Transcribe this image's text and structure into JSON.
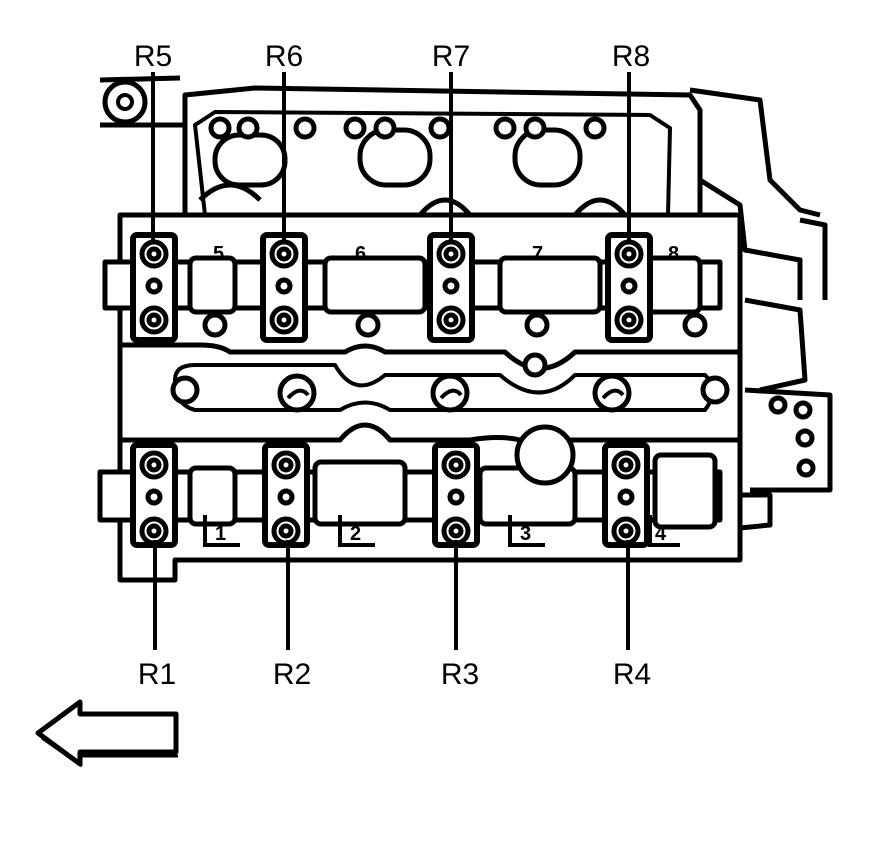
{
  "callouts": {
    "top": [
      "R5",
      "R6",
      "R7",
      "R8"
    ],
    "bottom": [
      "R1",
      "R2",
      "R3",
      "R4"
    ]
  },
  "journals": {
    "upper": [
      "5",
      "6",
      "7",
      "8"
    ],
    "lower": [
      "1",
      "2",
      "3",
      "4"
    ]
  },
  "colors": {
    "ink": "#000000",
    "paper": "#ffffff"
  },
  "icons": {
    "direction": "front-arrow-icon"
  }
}
